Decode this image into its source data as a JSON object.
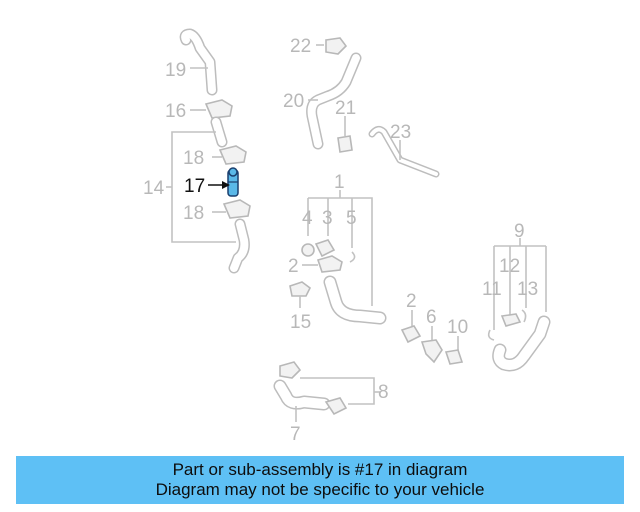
{
  "callouts": {
    "c1": "1",
    "c2a": "2",
    "c2b": "2",
    "c3": "3",
    "c4": "4",
    "c5": "5",
    "c6": "6",
    "c7": "7",
    "c8": "8",
    "c9": "9",
    "c10": "10",
    "c11": "11",
    "c12": "12",
    "c13": "13",
    "c14": "14",
    "c15": "15",
    "c16": "16",
    "c17": "17",
    "c18a": "18",
    "c18b": "18",
    "c19": "19",
    "c20": "20",
    "c21": "21",
    "c22": "22",
    "c23": "23"
  },
  "highlight": {
    "part_number": "17",
    "color": "#5ab8e8"
  },
  "banner": {
    "line1": "Part or sub-assembly is #17 in diagram",
    "line2": "Diagram may not be specific to your vehicle",
    "background": "#5ec0f5"
  }
}
